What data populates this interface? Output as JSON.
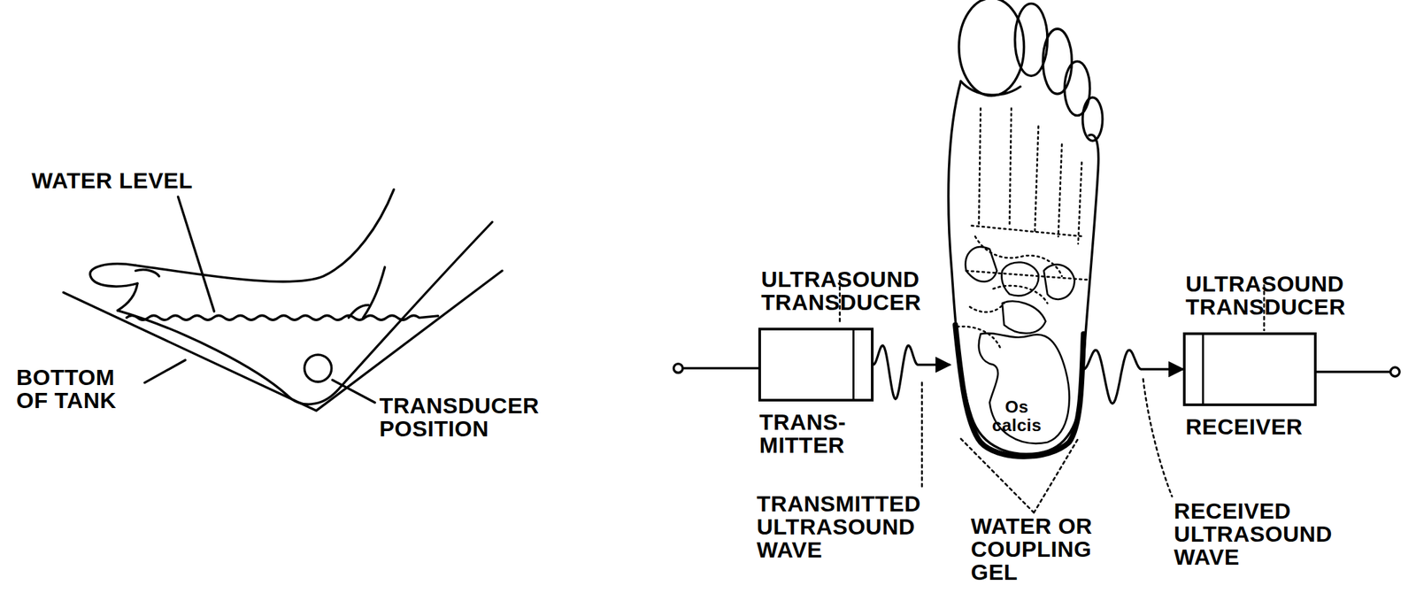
{
  "diagram": {
    "nodes": [
      {
        "text": [
          "ULTRASOUND TRANSDUCER",
          "TRANS- MITTER"
        ]
      },
      {
        "text": [
          "Os calcis"
        ]
      },
      {
        "text": [
          "ULTRASOUND TRANSDUCER",
          "RECEIVER"
        ]
      }
    ],
    "edges": [
      {
        "from": 0,
        "to": 1,
        "arrow": "to"
      },
      {
        "from": 1,
        "to": 2,
        "arrow": "to"
      }
    ],
    "labels": [
      "WATER LEVEL",
      "BOTTOM OF TANK",
      "TRANSDUCER POSITION",
      "TRANSMITTED ULTRASOUND WAVE",
      "WATER OR COUPLING GEL",
      "RECEIVED ULTRASOUND WAVE"
    ]
  }
}
